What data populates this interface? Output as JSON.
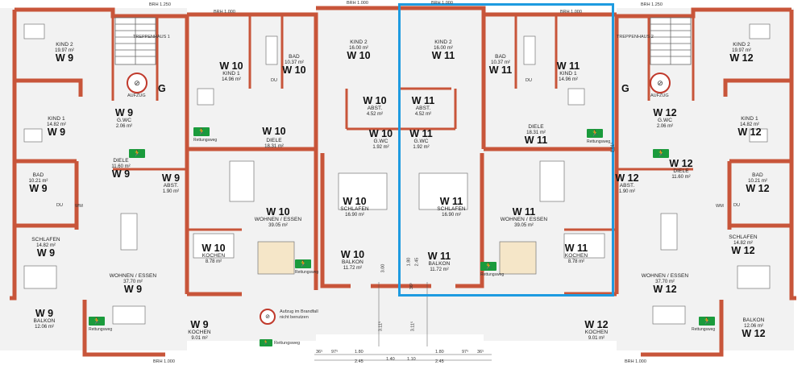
{
  "labels": {
    "brh1250": "BRH 1.250",
    "brh1000": "BRH 1.000",
    "stair1": "TREPPENHAUS 1",
    "stair2": "TREPPENHAUS 2",
    "lift": "AUFZUG",
    "g": "G",
    "du": "DU",
    "wm": "WM",
    "exit": "Rettungsweg",
    "legend_lift": "Aufzug im Brandfall nicht benutzen",
    "legend_exit": "Rettungsweg"
  },
  "rooms": [
    {
      "id": "w9-kind2",
      "name": "KIND 2",
      "area": "19.97 m²",
      "unit": "W 9"
    },
    {
      "id": "w9-kind1",
      "name": "KIND 1",
      "area": "14.82 m²",
      "unit": "W 9"
    },
    {
      "id": "w9-gwc",
      "name": "G.WC",
      "area": "2.06 m²",
      "unit": "W 9"
    },
    {
      "id": "w9-diele",
      "name": "DIELE",
      "area": "11.60 m²",
      "unit": "W 9"
    },
    {
      "id": "w9-abst",
      "name": "ABST.",
      "area": "1.90 m²",
      "unit": "W 9"
    },
    {
      "id": "w9-bad",
      "name": "BAD",
      "area": "10.21 m²",
      "unit": "W 9"
    },
    {
      "id": "w9-schlafen",
      "name": "SCHLAFEN",
      "area": "14.82 m²",
      "unit": "W 9"
    },
    {
      "id": "w9-wohnen",
      "name": "WOHNEN / ESSEN",
      "area": "37.70 m²",
      "unit": "W 9"
    },
    {
      "id": "w9-balkon",
      "name": "BALKON",
      "area": "12.06 m²",
      "unit": "W 9"
    },
    {
      "id": "w9-kochen",
      "name": "KOCHEN",
      "area": "9.01 m²",
      "unit": "W 9"
    },
    {
      "id": "w10-kind1",
      "name": "KIND 1",
      "area": "14.96 m²",
      "unit": "W 10"
    },
    {
      "id": "w10-bad",
      "name": "BAD",
      "area": "",
      "unit": "W 10"
    },
    {
      "id": "w10-kind2",
      "name": "KIND 2",
      "area": "16.00 m²",
      "unit": "W 10"
    },
    {
      "id": "w10-bad2",
      "name": "",
      "area": "10.37 m²",
      "unit": ""
    },
    {
      "id": "w10-abst",
      "name": "ABST.",
      "area": "4.52 m²",
      "unit": "W 10"
    },
    {
      "id": "w10-diele",
      "name": "DIELE",
      "area": "18.31 m²",
      "unit": "W 10"
    },
    {
      "id": "w10-gwc",
      "name": "G.WC",
      "area": "1.92 m²",
      "unit": "W 10"
    },
    {
      "id": "w10-schlafen",
      "name": "SCHLAFEN",
      "area": "16.90 m²",
      "unit": "W 10"
    },
    {
      "id": "w10-wohnen",
      "name": "WOHNEN / ESSEN",
      "area": "39.05 m²",
      "unit": "W 10"
    },
    {
      "id": "w10-kochen",
      "name": "KOCHEN",
      "area": "8.78 m²",
      "unit": "W 10"
    },
    {
      "id": "w10-balkon",
      "name": "BALKON",
      "area": "11.72 m²",
      "unit": "W 10"
    },
    {
      "id": "w11-kind2",
      "name": "KIND 2",
      "area": "16.00 m²",
      "unit": "W 11"
    },
    {
      "id": "w11-bad",
      "name": "BAD",
      "area": "10.37 m²",
      "unit": "W 11"
    },
    {
      "id": "w11-kind1",
      "name": "KIND 1",
      "area": "14.96 m²",
      "unit": "W 11"
    },
    {
      "id": "w11-abst",
      "name": "ABST.",
      "area": "4.52 m²",
      "unit": "W 11"
    },
    {
      "id": "w11-diele",
      "name": "DIELE",
      "area": "18.31 m²",
      "unit": "W 11"
    },
    {
      "id": "w11-gwc",
      "name": "G.WC",
      "area": "1.92 m²",
      "unit": "W 11"
    },
    {
      "id": "w11-schlafen",
      "name": "SCHLAFEN",
      "area": "16.90 m²",
      "unit": "W 11"
    },
    {
      "id": "w11-wohnen",
      "name": "WOHNEN / ESSEN",
      "area": "39.05 m²",
      "unit": "W 11"
    },
    {
      "id": "w11-balkon",
      "name": "BALKON",
      "area": "11.72 m²",
      "unit": "W 11"
    },
    {
      "id": "w11-kochen",
      "name": "KOCHEN",
      "area": "8.78 m²",
      "unit": "W 11"
    },
    {
      "id": "w12-kind2",
      "name": "KIND 2",
      "area": "19.97 m²",
      "unit": "W 12"
    },
    {
      "id": "w12-gwc",
      "name": "G.WC",
      "area": "2.06 m²",
      "unit": "W 12"
    },
    {
      "id": "w12-kind1",
      "name": "KIND 1",
      "area": "14.82 m²",
      "unit": "W 12"
    },
    {
      "id": "w12-diele",
      "name": "DIELE",
      "area": "11.60 m²",
      "unit": "W 12"
    },
    {
      "id": "w12-abst",
      "name": "ABST.",
      "area": "1.90 m²",
      "unit": "W 12"
    },
    {
      "id": "w12-bad",
      "name": "BAD",
      "area": "10.21 m²",
      "unit": "W 12"
    },
    {
      "id": "w12-schlafen",
      "name": "SCHLAFEN",
      "area": "14.82 m²",
      "unit": "W 12"
    },
    {
      "id": "w12-wohnen",
      "name": "WOHNEN / ESSEN",
      "area": "37.70 m²",
      "unit": "W 12"
    },
    {
      "id": "w12-kochen",
      "name": "KOCHEN",
      "area": "9.01 m²",
      "unit": "W 12"
    },
    {
      "id": "w12-balkon",
      "name": "BALKON",
      "area": "12.06 m²",
      "unit": "W 12"
    }
  ],
  "dimensions": {
    "d36a": "36⁵",
    "d97a": "97⁵",
    "d180a": "1.80",
    "d140": "1.40",
    "d110": "1.10",
    "d180b": "1.80",
    "d97b": "97⁵",
    "d36b": "36⁵",
    "d245a": "2.45",
    "d245b": "2.45",
    "v300": "3.00",
    "v311a": "3.11⁵",
    "v311b": "3.11⁵",
    "v180": "1.80",
    "v245": "2.45",
    "v101": "1.01⁵",
    "v36": "36⁵"
  },
  "colors": {
    "wall": "#c8553a",
    "wall_dark": "#8e3b28",
    "floor": "#f4f4f4",
    "highlight": "#1e9be0",
    "exit": "#1a9b3c",
    "lift_ring": "#c0392b"
  }
}
